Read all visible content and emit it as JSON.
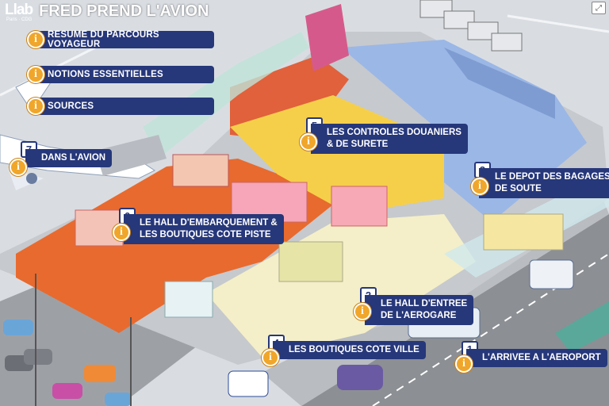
{
  "app": {
    "logo": "Llab",
    "logo_sub": "Paris · CDG",
    "title": "FRED PREND L'AVION"
  },
  "menu": [
    {
      "label": "RESUME DU PARCOURS VOYAGEUR"
    },
    {
      "label": "NOTIONS ESSENTIELLES"
    },
    {
      "label": "SOURCES"
    }
  ],
  "hotspots": [
    {
      "num": "1",
      "line1": "L'ARRIVEE A L'AEROPORT",
      "line2": ""
    },
    {
      "num": "2",
      "line1": "LE HALL D'ENTREE",
      "line2": "DE L'AEROGARE"
    },
    {
      "num": "3",
      "line1": "LE DEPOT DES BAGAGES",
      "line2": "DE SOUTE"
    },
    {
      "num": "4",
      "line1": "LES BOUTIQUES COTE VILLE",
      "line2": ""
    },
    {
      "num": "5",
      "line1": "LES CONTROLES DOUANIERS",
      "line2": "& DE SURETE"
    },
    {
      "num": "6",
      "line1": "LE HALL D'EMBARQUEMENT &",
      "line2": "LES BOUTIQUES COTE PISTE"
    },
    {
      "num": "7",
      "line1": "DANS L'AVION",
      "line2": ""
    }
  ],
  "icons": {
    "info": "i"
  },
  "colors": {
    "navy": "#26377a",
    "info_orange": "#f0a62a",
    "floor_orange": "#e86a2e",
    "floor_yellow": "#f6cf4a",
    "floor_blue": "#9bb7e6"
  }
}
